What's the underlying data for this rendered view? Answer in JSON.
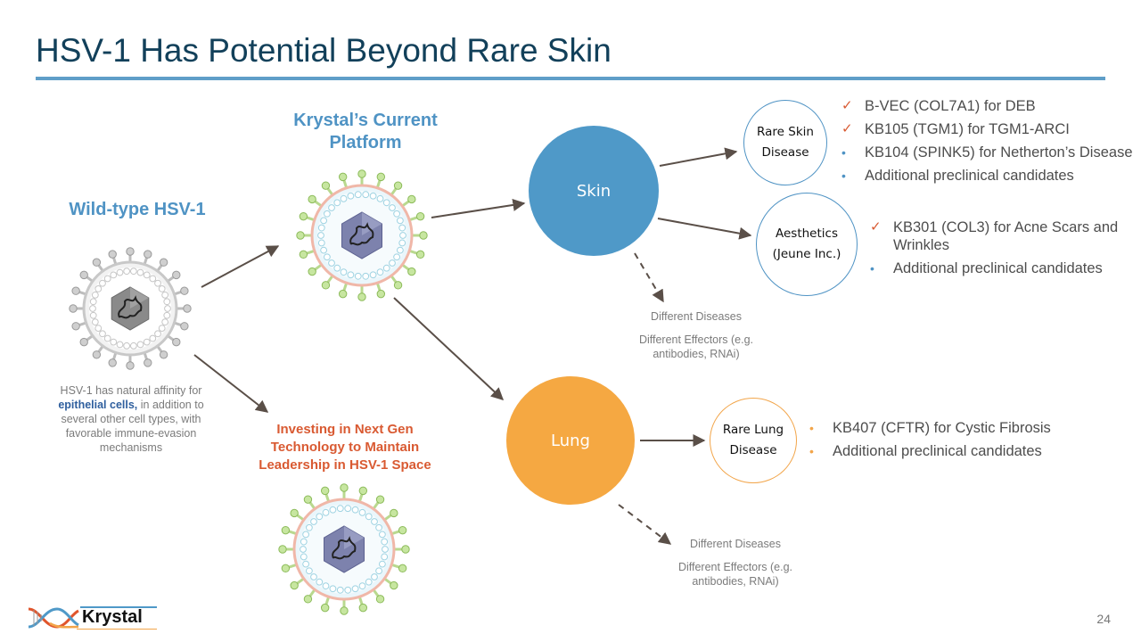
{
  "slide": {
    "title": "HSV-1 Has Potential Beyond Rare Skin",
    "page_number": "24",
    "logo_text": "Krystal"
  },
  "colors": {
    "title": "#12405a",
    "rule": "#5f9ec8",
    "skin_node": "#4f99c8",
    "lung_node": "#f5a842",
    "accent_orange": "#d95a32",
    "arrow": "#5a4f48"
  },
  "wild_type": {
    "heading": "Wild-type HSV-1",
    "caption_pre": "HSV-1 has natural affinity for ",
    "caption_bold": "epithelial cells,",
    "caption_post": " in addition to several other cell types, with favorable immune-evasion mechanisms"
  },
  "current_platform": {
    "heading": "Krystal’s Current Platform"
  },
  "next_gen": {
    "heading": "Investing in Next Gen Technology to Maintain Leadership in HSV-1 Space"
  },
  "nodes": {
    "skin": "Skin",
    "lung": "Lung",
    "rare_skin": [
      "Rare Skin",
      "Disease"
    ],
    "aesthetics": [
      "Aesthetics",
      "(Jeune Inc.)"
    ],
    "rare_lung": [
      "Rare Lung",
      "Disease"
    ]
  },
  "rare_skin_items": [
    {
      "marker": "check",
      "text": "B-VEC (COL7A1) for DEB"
    },
    {
      "marker": "check",
      "text": "KB105 (TGM1) for TGM1-ARCI"
    },
    {
      "marker": "dot",
      "text": "KB104 (SPINK5) for Netherton’s Disease"
    },
    {
      "marker": "dot",
      "text": "Additional preclinical candidates"
    }
  ],
  "aesthetics_items": [
    {
      "marker": "check",
      "text": "KB301 (COL3) for Acne Scars and Wrinkles"
    },
    {
      "marker": "dot",
      "text": "Additional preclinical candidates"
    }
  ],
  "rare_lung_items": [
    {
      "marker": "dot",
      "text": "KB407 (CFTR) for Cystic Fibrosis"
    },
    {
      "marker": "dot",
      "text": "Additional preclinical candidates"
    }
  ],
  "skin_other": {
    "line1": "Different Diseases",
    "line2": "Different Effectors (e.g. antibodies, RNAi)"
  },
  "lung_other": {
    "line1": "Different Diseases",
    "line2": "Different Effectors (e.g. antibodies, RNAi)"
  },
  "icons": {
    "check": "✓",
    "dot": "•"
  }
}
